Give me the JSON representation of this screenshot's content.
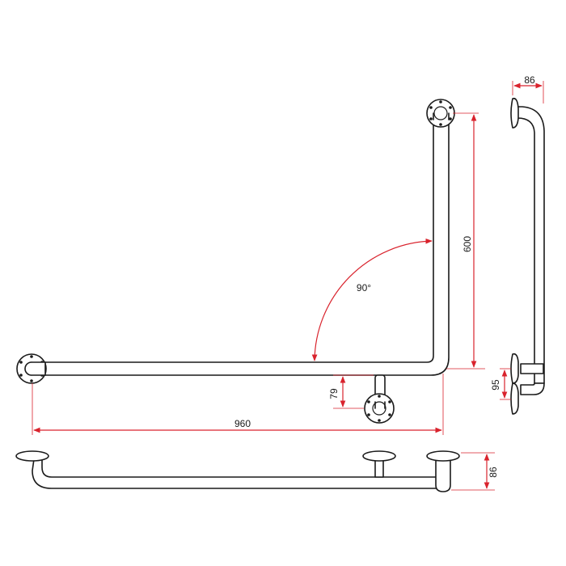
{
  "dimensions": {
    "horizontal_length": "960",
    "vertical_length": "600",
    "angle": "90°",
    "bracket_offset": "79",
    "depth_side": "86",
    "depth_bottom": "86",
    "bracket_spacing_side": "95"
  },
  "colors": {
    "outline": "#1a1a1a",
    "dimension": "#d9232d",
    "background": "#ffffff"
  }
}
